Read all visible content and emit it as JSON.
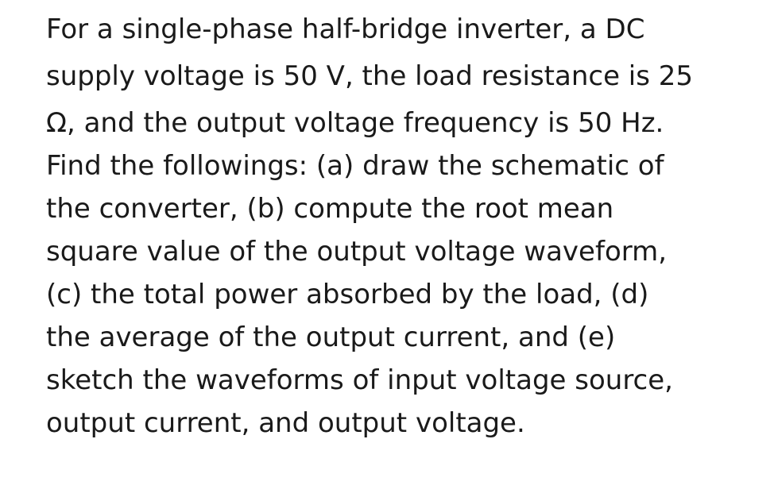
{
  "problem": {
    "lines": [
      "For a single-phase half-bridge inverter, a DC",
      "supply voltage is 50 V, the load resistance is 25",
      "Ω, and the output voltage frequency is 50 Hz.",
      "Find the followings: (a) draw the schematic of",
      "the converter, (b) compute the root mean",
      "square value of the output voltage waveform,",
      "(c) the total power absorbed by the load, (d)",
      "the average of the output current, and (e)",
      "sketch the waveforms of input voltage source,",
      "output current, and output voltage."
    ]
  }
}
